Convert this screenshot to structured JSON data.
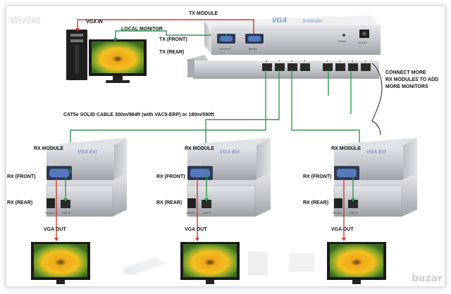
{
  "watermark_left": "stivilet",
  "watermark_right": "bazar",
  "labels": {
    "vga_in": "VGA IN",
    "local_monitor": "LOCAL MONITOR",
    "tx_module": "TX MODULE",
    "tx_front": "TX (FRONT)",
    "tx_rear": "TX (REAR)",
    "connect_more_1": "CONNECT MORE",
    "connect_more_2": "RX MODULES TO ADD",
    "connect_more_3": "MORE MONITORS",
    "cable": "CAT5e SOLID CABLE 300m/984ft (with VAC5-ERP) or 180m/590ft",
    "rx_module": "RX MODULE",
    "rx_front": "RX (FRONT)",
    "rx_rear": "RX (REAR)",
    "vga_out": "VGA OUT"
  },
  "device_text": {
    "vga": "VGA",
    "extender": "Extender",
    "power": "Power",
    "dc": "DC12V",
    "output": "OUTPUT",
    "input": "INPUT",
    "port_numbers": [
      "8",
      "7",
      "6",
      "5",
      "4",
      "3",
      "2",
      "1"
    ],
    "rx_brand": "VGA Ext",
    "vga_port_label": "VGA OUT",
    "cat5": "CAT 5",
    "dc12": "DC12V"
  },
  "colors": {
    "green_wire": "#2e9a4a",
    "red_wire": "#d23a2a",
    "device_silver": "#c9ccd0",
    "vga_blue": "#3a5fb0"
  }
}
